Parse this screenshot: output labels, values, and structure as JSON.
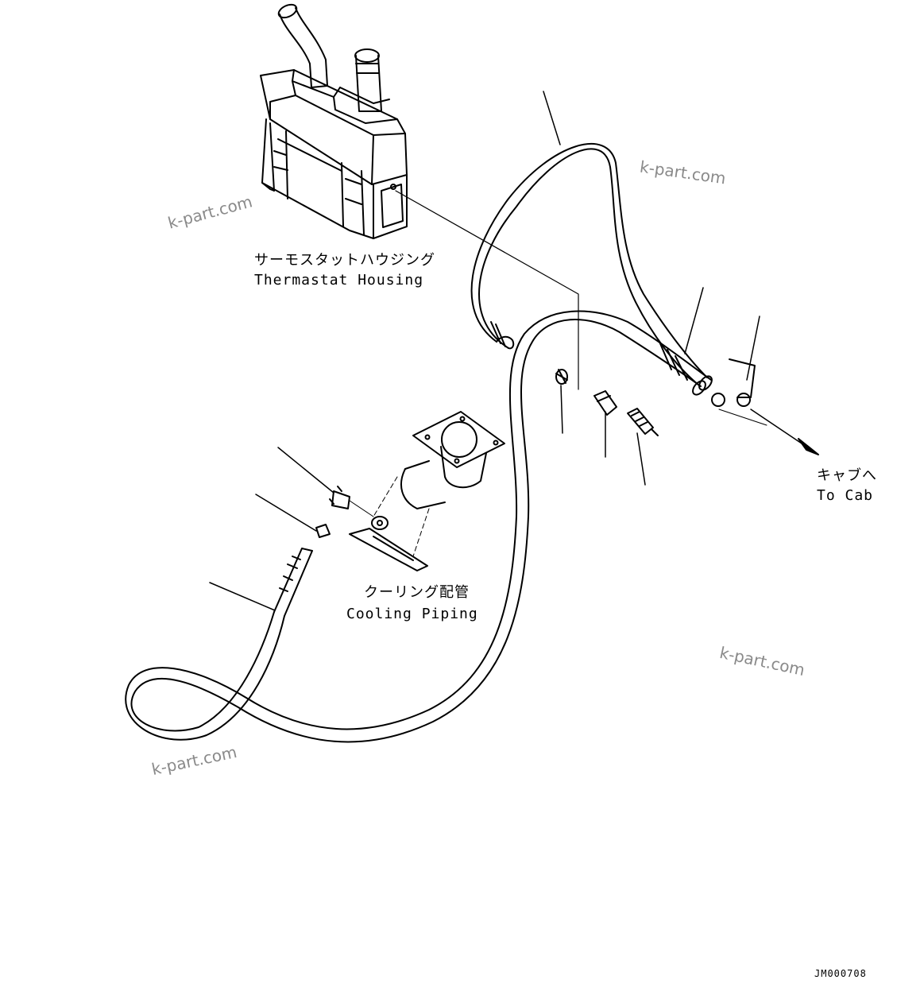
{
  "labels": {
    "thermostat_housing_jp": "サーモスタットハウジング",
    "thermostat_housing_en": "Thermastat Housing",
    "to_cab_jp": "キャブへ",
    "to_cab_en": "To Cab",
    "cooling_piping_jp": "クーリング配管",
    "cooling_piping_en": "Cooling Piping"
  },
  "watermark": {
    "text": "k-part.com",
    "color": "#8a8a8a"
  },
  "drawing_code": "JM000708",
  "colors": {
    "line": "#000000",
    "background": "#ffffff"
  }
}
